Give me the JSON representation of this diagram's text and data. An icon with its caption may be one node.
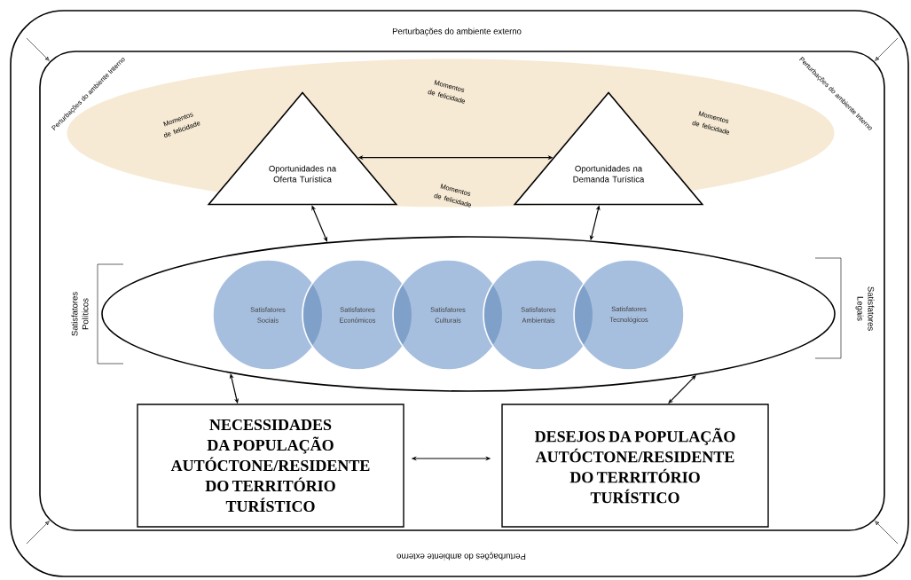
{
  "diagram": {
    "nodes": [
      {
        "text": [
          "Perturbações do ambiente externo",
          "Perturbações do ambiente externo"
        ]
      },
      {
        "text": [
          "Perturbações do ambiente Interno",
          "Perturbações do ambiente Interno"
        ],
        "in": 0
      },
      {
        "text": [
          "Momentos de felicidade",
          "Momentos de felicidade",
          "Momentos de felicidade",
          "Momentos de felicidade"
        ],
        "in": 1
      },
      {
        "text": [
          "Oportunidades na Oferta Turística"
        ],
        "in": 2
      },
      {
        "text": [
          "Oportunidades na Demanda Turística"
        ],
        "in": 2
      },
      {
        "text": [],
        "shape": "ellipse",
        "in": 1
      },
      {
        "text": [
          "Satisfatores Sociais"
        ],
        "in": 5
      },
      {
        "text": [
          "Satisfatores Econômicos"
        ],
        "in": 5
      },
      {
        "text": [
          "Satisfatores Culturais"
        ],
        "in": 5
      },
      {
        "text": [
          "Satisfatores Ambientais"
        ],
        "in": 5
      },
      {
        "text": [
          "Satisfatores Tecnológicos"
        ],
        "in": 5
      },
      {
        "text": [
          "NECESSIDADES DA POPULAÇÃO AUTÓCTONE/RESIDENTE DO TERRITÓRIO TURÍSTICO"
        ],
        "in": 1
      },
      {
        "text": [
          "DESEJOS DA POPULAÇÃO AUTÓCTONE/RESIDENTE DO TERRITÓRIO TURÍSTICO"
        ],
        "in": 1
      }
    ],
    "edges": [
      {
        "from": 3,
        "to": 4,
        "arrow": "both"
      },
      {
        "from": 3,
        "to": 5,
        "arrow": "both"
      },
      {
        "from": 4,
        "to": 5,
        "arrow": "both"
      },
      {
        "from": 5,
        "to": 11,
        "arrow": "both"
      },
      {
        "from": 5,
        "to": 12,
        "arrow": "both"
      },
      {
        "from": 11,
        "to": 12,
        "arrow": "both"
      },
      {
        "from": null,
        "to": 1,
        "arrow": "to"
      },
      {
        "from": null,
        "to": 1,
        "arrow": "to"
      },
      {
        "from": null,
        "to": 1,
        "arrow": "to"
      },
      {
        "from": null,
        "to": 1,
        "arrow": "to"
      }
    ],
    "labels": [
      "Satisfatores Políticos",
      "Satisfatores Legais"
    ]
  }
}
